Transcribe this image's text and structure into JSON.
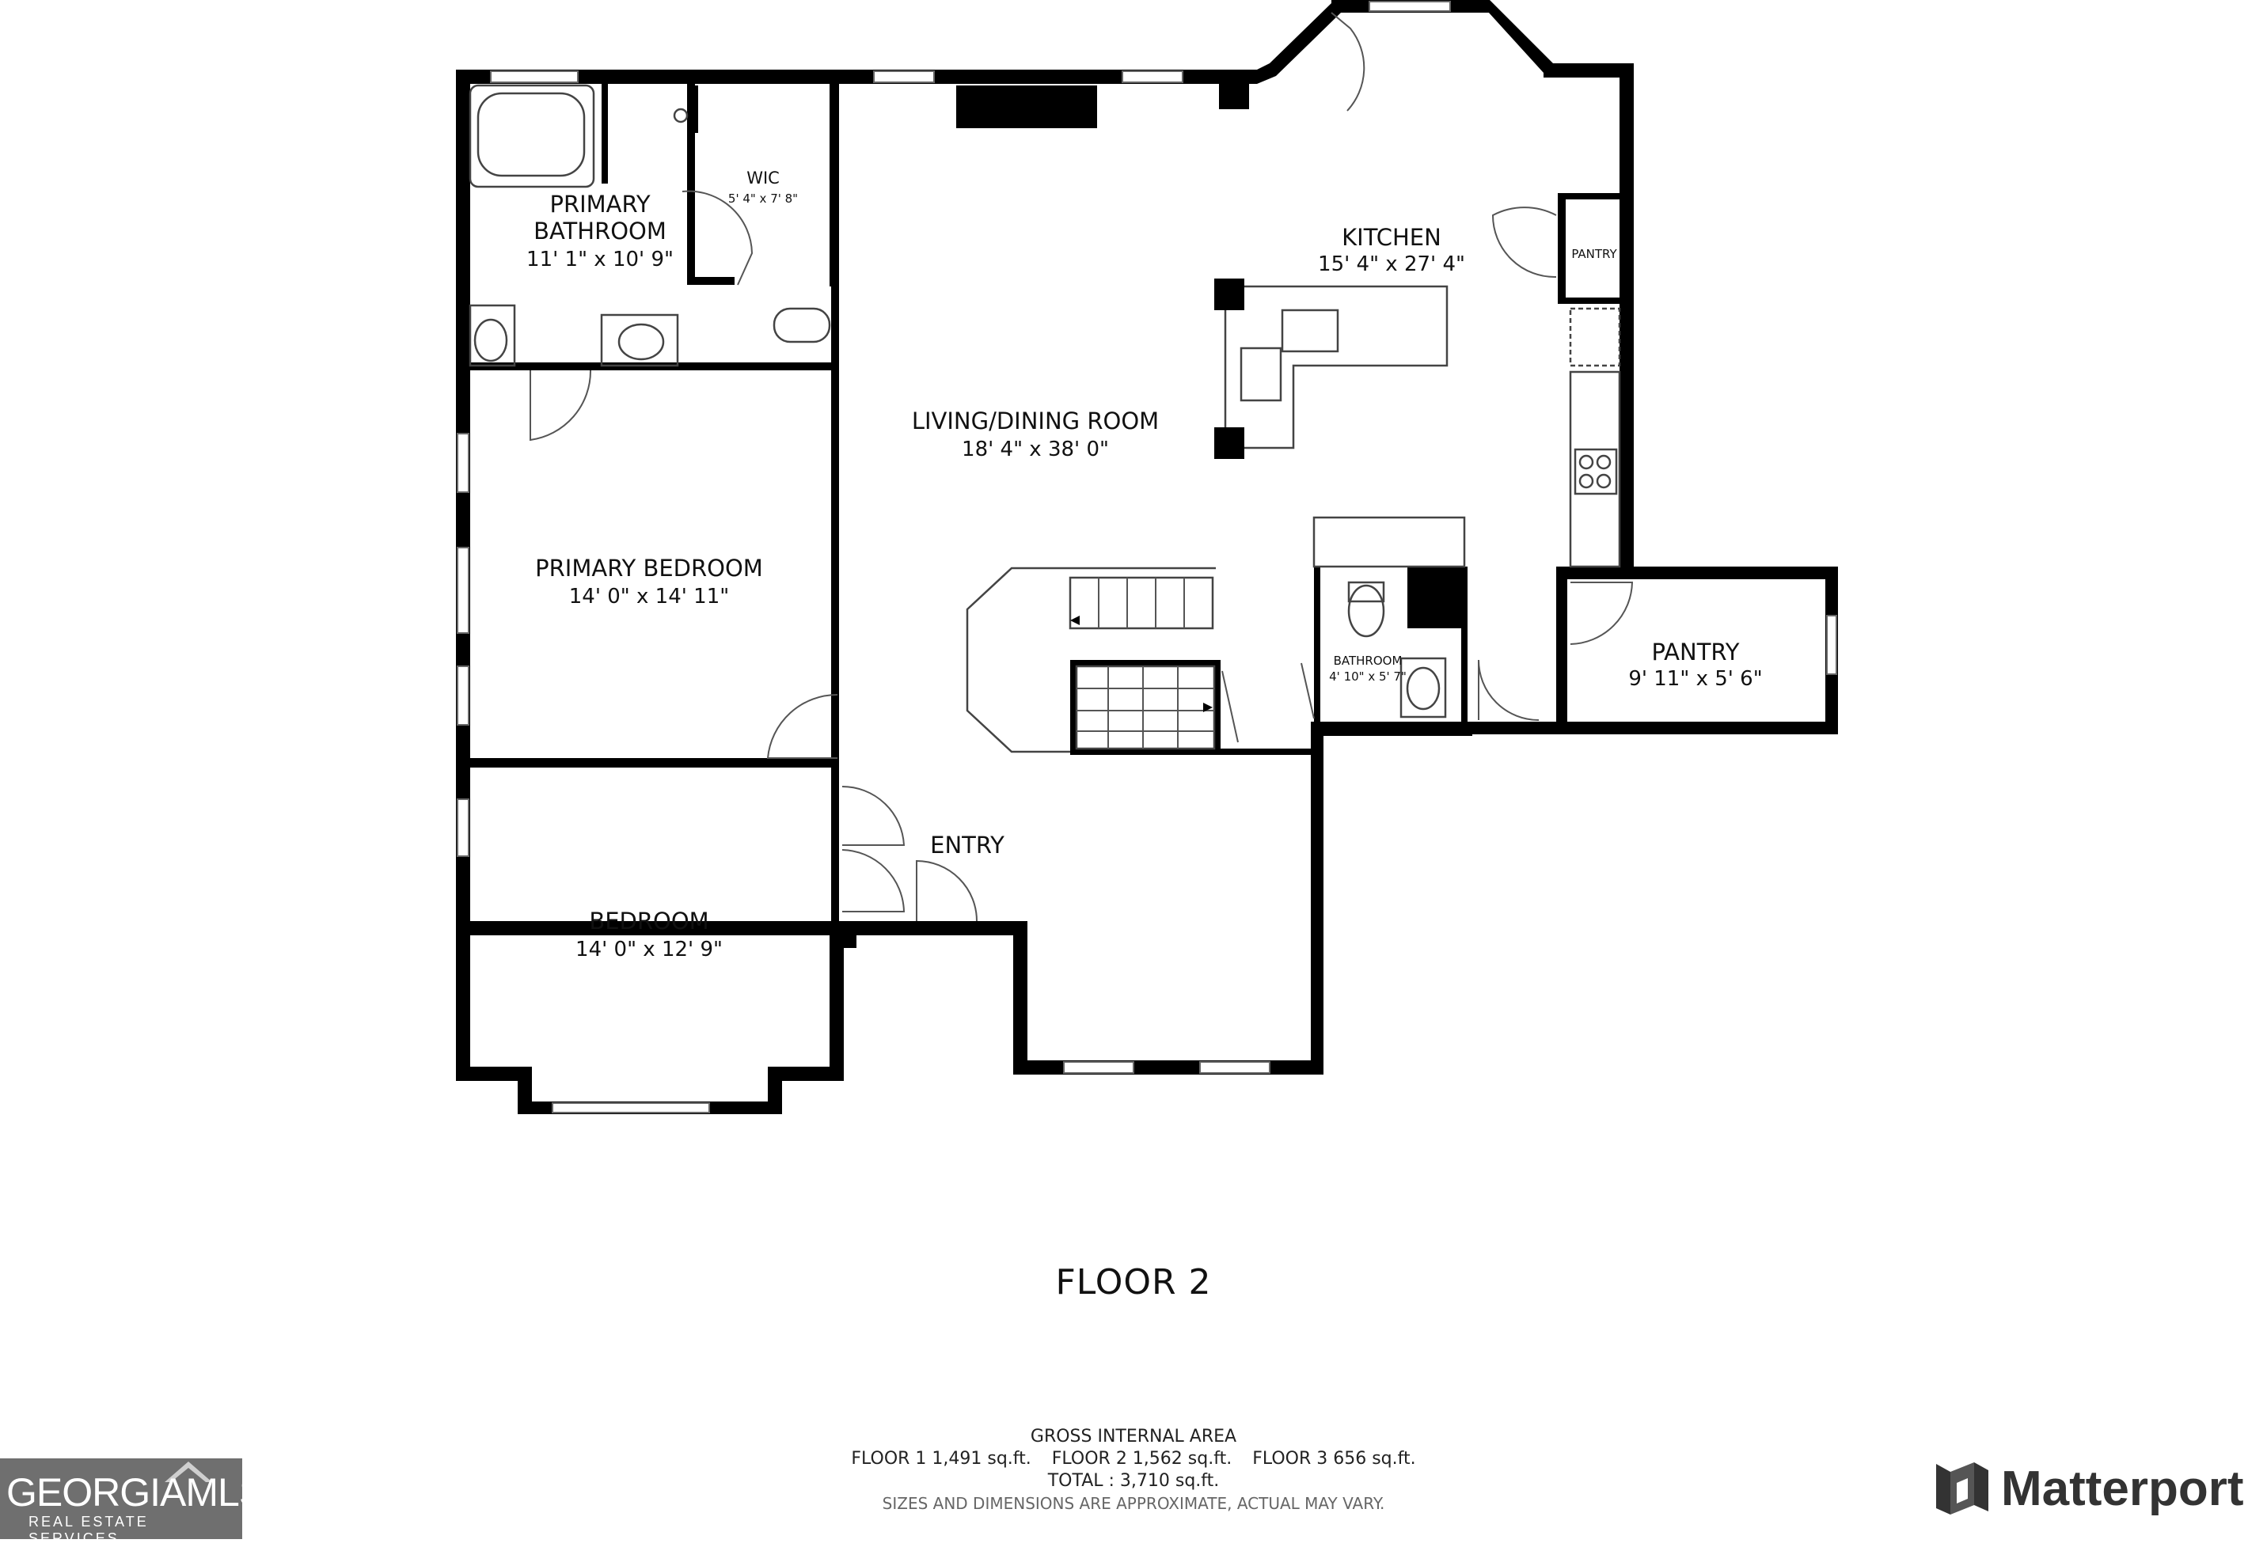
{
  "rooms": {
    "primary_bathroom": {
      "name_line1": "PRIMARY",
      "name_line2": "BATHROOM",
      "dims": "11' 1\" x 10' 9\""
    },
    "wic": {
      "name": "WIC",
      "dims": "5' 4\" x 7' 8\""
    },
    "kitchen": {
      "name": "KITCHEN",
      "dims": "15' 4\" x 27' 4\""
    },
    "kitchen_pantry": {
      "name": "PANTRY"
    },
    "living_dining": {
      "name": "LIVING/DINING ROOM",
      "dims": "18' 4\" x 38' 0\""
    },
    "primary_bedroom": {
      "name": "PRIMARY BEDROOM",
      "dims": "14' 0\" x 14' 11\""
    },
    "bathroom": {
      "name": "BATHROOM",
      "dims": "4' 10\" x 5' 7\""
    },
    "pantry": {
      "name": "PANTRY",
      "dims": "9' 11\" x 5' 6\""
    },
    "entry": {
      "name": "ENTRY"
    },
    "bedroom": {
      "name": "BEDROOM",
      "dims": "14' 0\" x 12' 9\""
    }
  },
  "floor_title": "FLOOR 2",
  "area": {
    "heading": "GROSS INTERNAL AREA",
    "floor1": "FLOOR 1 1,491 sq.ft.",
    "floor2": "FLOOR 2 1,562 sq.ft.",
    "floor3": "FLOOR 3 656 sq.ft.",
    "total": "TOTAL :  3,710 sq.ft.",
    "disclaimer": "SIZES AND DIMENSIONS ARE APPROXIMATE, ACTUAL MAY VARY."
  },
  "branding": {
    "georgia_mls": "GEORGIAMLS",
    "georgia_mls_sub": "REAL ESTATE SERVICES",
    "matterport": "Matterport"
  },
  "colors": {
    "wall": "#000000",
    "text": "#111111",
    "mls_bg": "#6f6f6f"
  }
}
